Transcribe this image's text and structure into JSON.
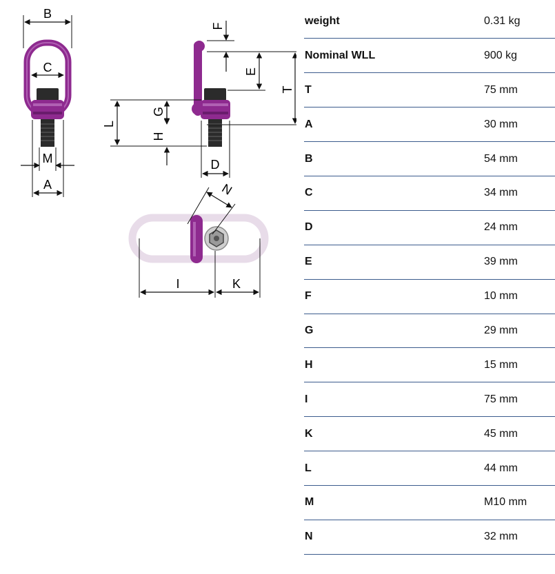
{
  "colors": {
    "ring": "#8e2a8f",
    "ring_dark": "#6a1c6d",
    "ring_light": "#b060b3",
    "pale_ring": "#e8dce9",
    "bolt": "#2b2b2b",
    "table_line": "#3a5a8c"
  },
  "drawing": {
    "labels": {
      "B": "B",
      "C": "C",
      "M": "M",
      "A": "A",
      "F": "F",
      "E": "E",
      "T": "T",
      "G": "G",
      "L": "L",
      "H": "H",
      "D": "D",
      "N": "N",
      "I": "I",
      "K": "K"
    }
  },
  "specs": [
    {
      "label": "weight",
      "value": "0.31 kg"
    },
    {
      "label": "Nominal WLL",
      "value": "900 kg"
    },
    {
      "label": "T",
      "value": "75 mm"
    },
    {
      "label": "A",
      "value": "30 mm"
    },
    {
      "label": "B",
      "value": "54 mm"
    },
    {
      "label": "C",
      "value": "34 mm"
    },
    {
      "label": "D",
      "value": "24 mm"
    },
    {
      "label": "E",
      "value": "39 mm"
    },
    {
      "label": "F",
      "value": "10 mm"
    },
    {
      "label": "G",
      "value": "29 mm"
    },
    {
      "label": "H",
      "value": "15 mm"
    },
    {
      "label": "I",
      "value": "75 mm"
    },
    {
      "label": "K",
      "value": "45 mm"
    },
    {
      "label": "L",
      "value": "44 mm"
    },
    {
      "label": "M",
      "value": "M10 mm"
    },
    {
      "label": "N",
      "value": "32 mm"
    }
  ]
}
